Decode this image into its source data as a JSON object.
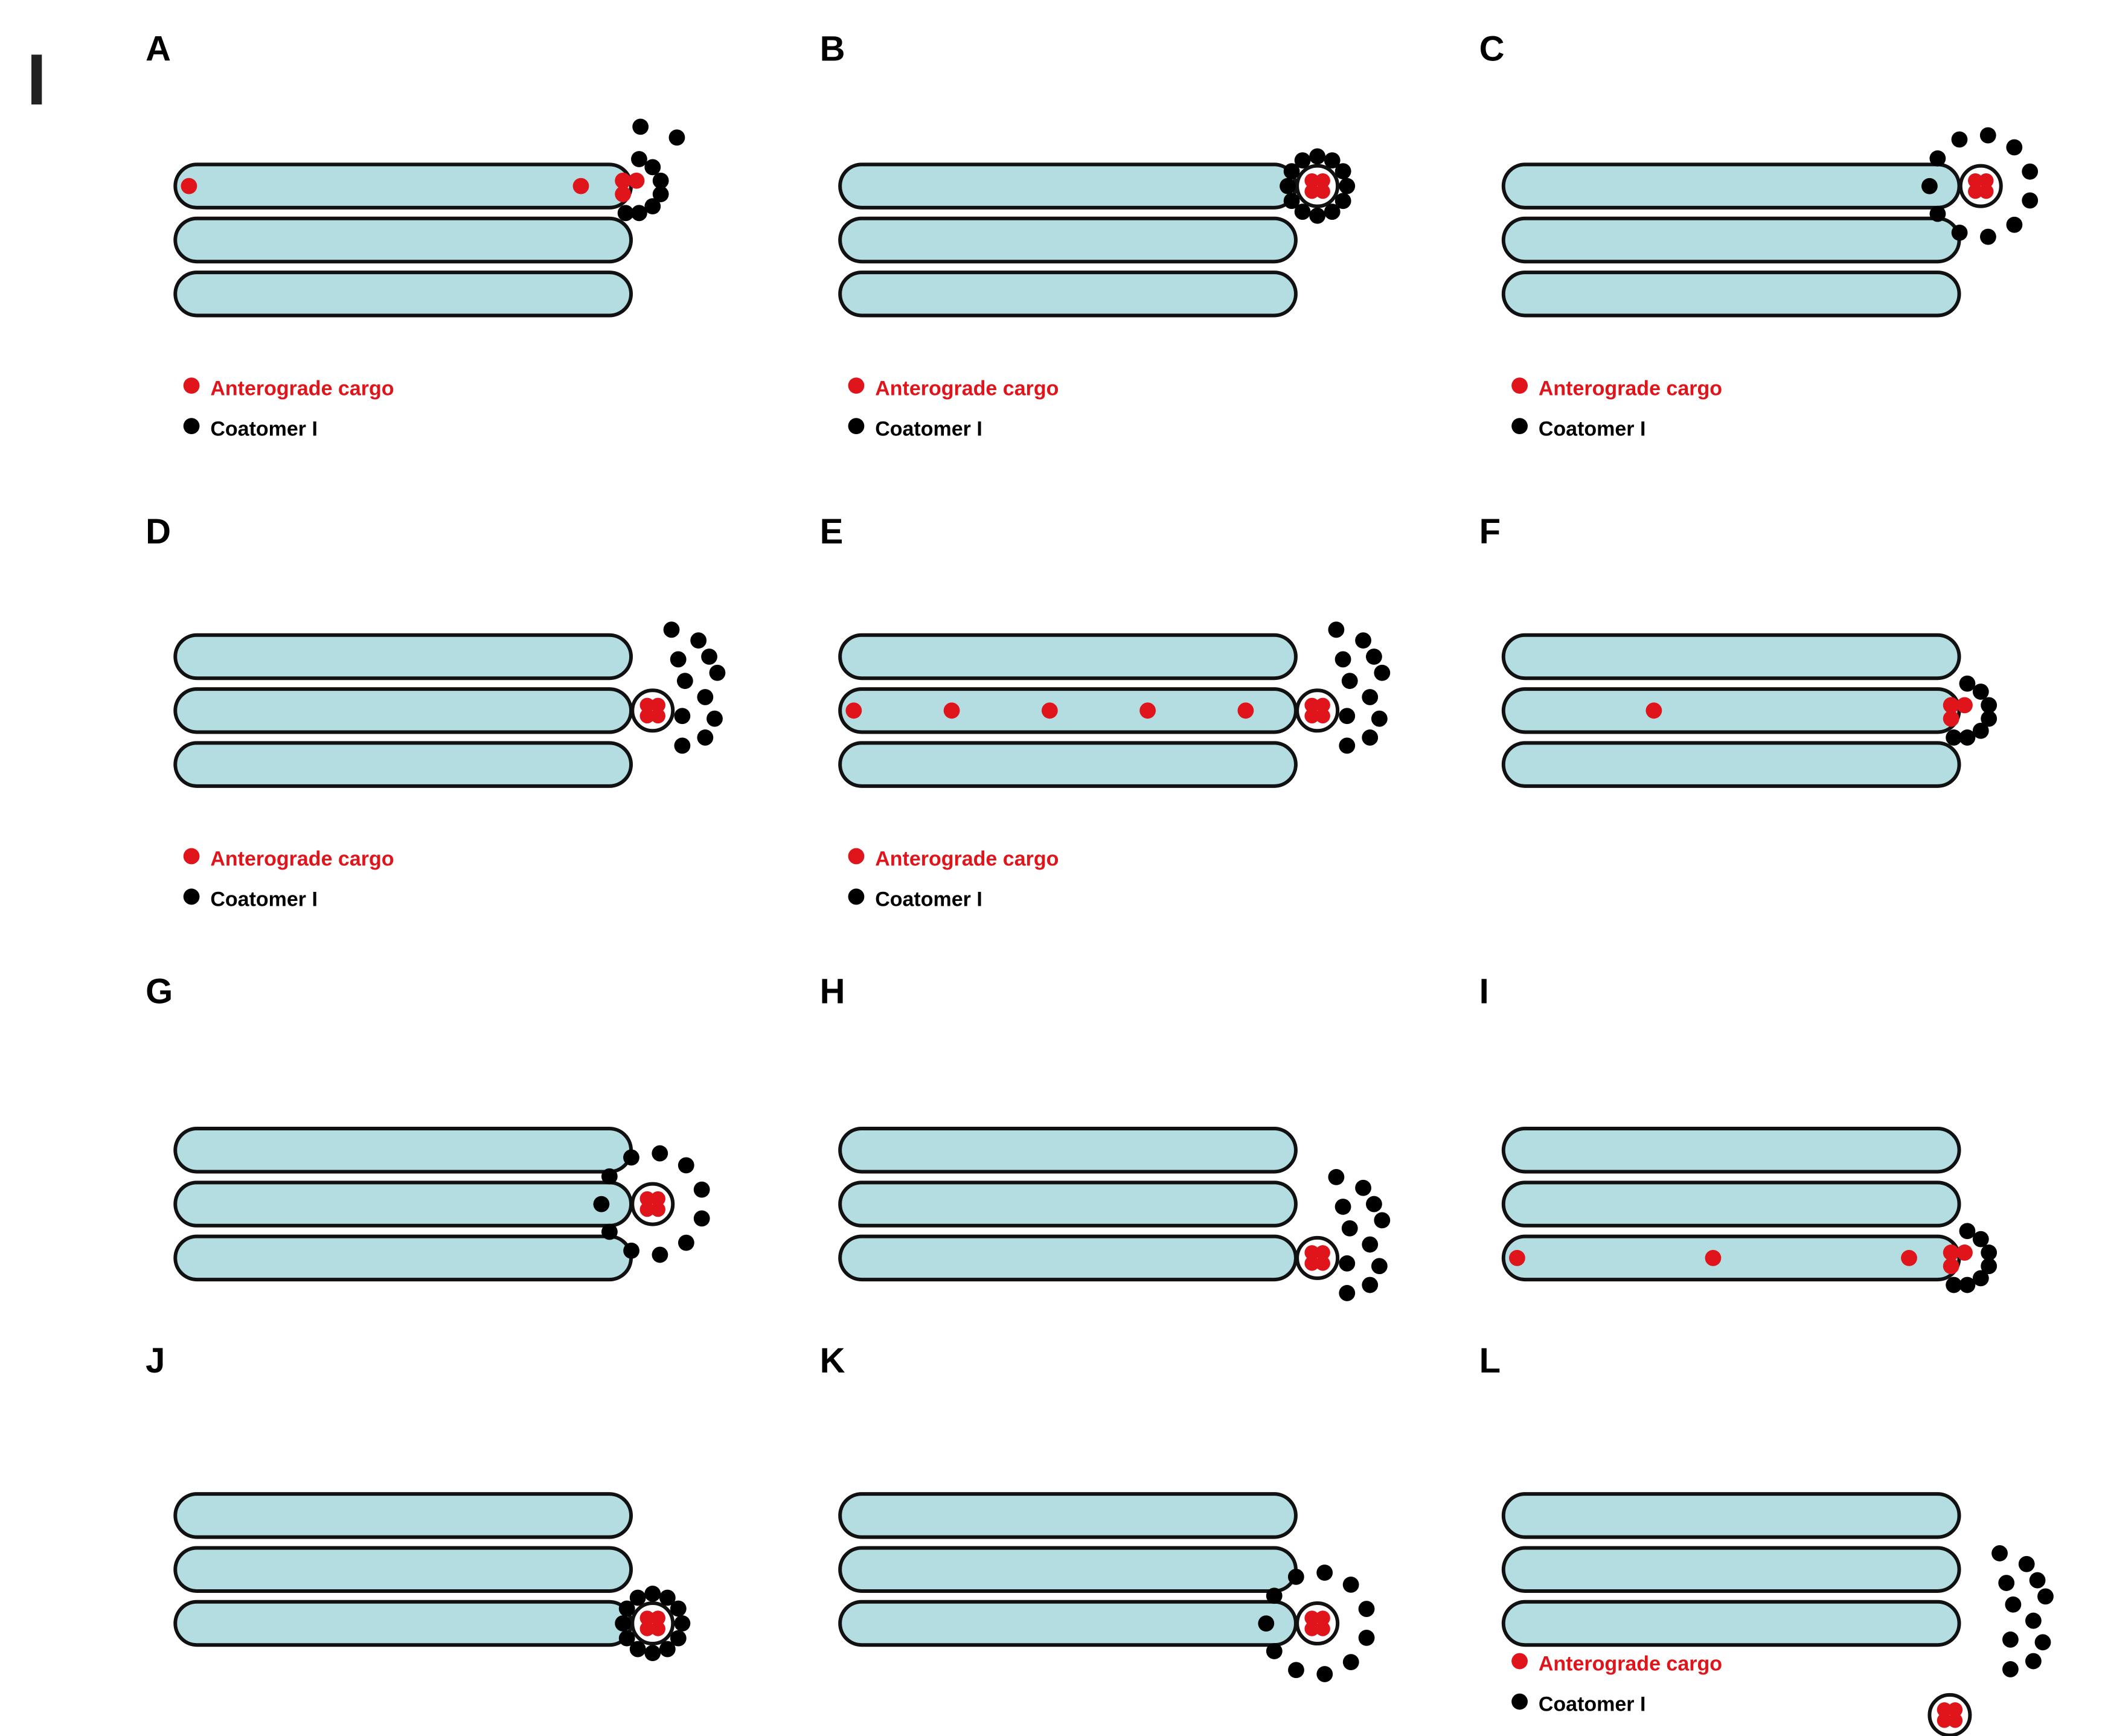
{
  "figure_label": "I",
  "colors": {
    "cisterna_fill": "#b4dde1",
    "outline": "#111111",
    "cargo": "#e0141b",
    "coatomer": "#000000",
    "background": "#ffffff"
  },
  "legend": {
    "cargo_label": "Anterograde cargo",
    "coatomer_label": "Coatomer I"
  },
  "panels": [
    {
      "letter": "A",
      "legend": true,
      "cargo_in_cisterna": 1,
      "cargo_count": 2,
      "stage": "budding-coat-assembling"
    },
    {
      "letter": "B",
      "legend": true,
      "cargo_in_cisterna": 1,
      "cargo_count": 0,
      "stage": "coated-vesicle"
    },
    {
      "letter": "C",
      "legend": true,
      "cargo_in_cisterna": 1,
      "cargo_count": 0,
      "stage": "coat-disassembling"
    },
    {
      "letter": "D",
      "legend": true,
      "cargo_in_cisterna": 2,
      "cargo_count": 0,
      "stage": "uncoated-vesicle-docking"
    },
    {
      "letter": "E",
      "legend": true,
      "cargo_in_cisterna": 2,
      "cargo_count": 5,
      "stage": "fused"
    },
    {
      "letter": "F",
      "legend": false,
      "cargo_in_cisterna": 2,
      "cargo_count": 1,
      "stage": "budding-coat-assembling"
    },
    {
      "letter": "G",
      "legend": false,
      "cargo_in_cisterna": 2,
      "cargo_count": 0,
      "stage": "coat-disassembling"
    },
    {
      "letter": "H",
      "legend": false,
      "cargo_in_cisterna": 3,
      "cargo_count": 0,
      "stage": "uncoated-vesicle-docking"
    },
    {
      "letter": "I",
      "legend": false,
      "cargo_in_cisterna": 3,
      "cargo_count": 3,
      "stage": "budding-coat-assembling"
    },
    {
      "letter": "J",
      "legend": false,
      "cargo_in_cisterna": 3,
      "cargo_count": 0,
      "stage": "coated-vesicle"
    },
    {
      "letter": "K",
      "legend": false,
      "cargo_in_cisterna": 3,
      "cargo_count": 0,
      "stage": "coat-disassembling"
    },
    {
      "letter": "L",
      "legend": true,
      "cargo_in_cisterna": 3,
      "cargo_count": 0,
      "stage": "released-vesicle"
    }
  ]
}
